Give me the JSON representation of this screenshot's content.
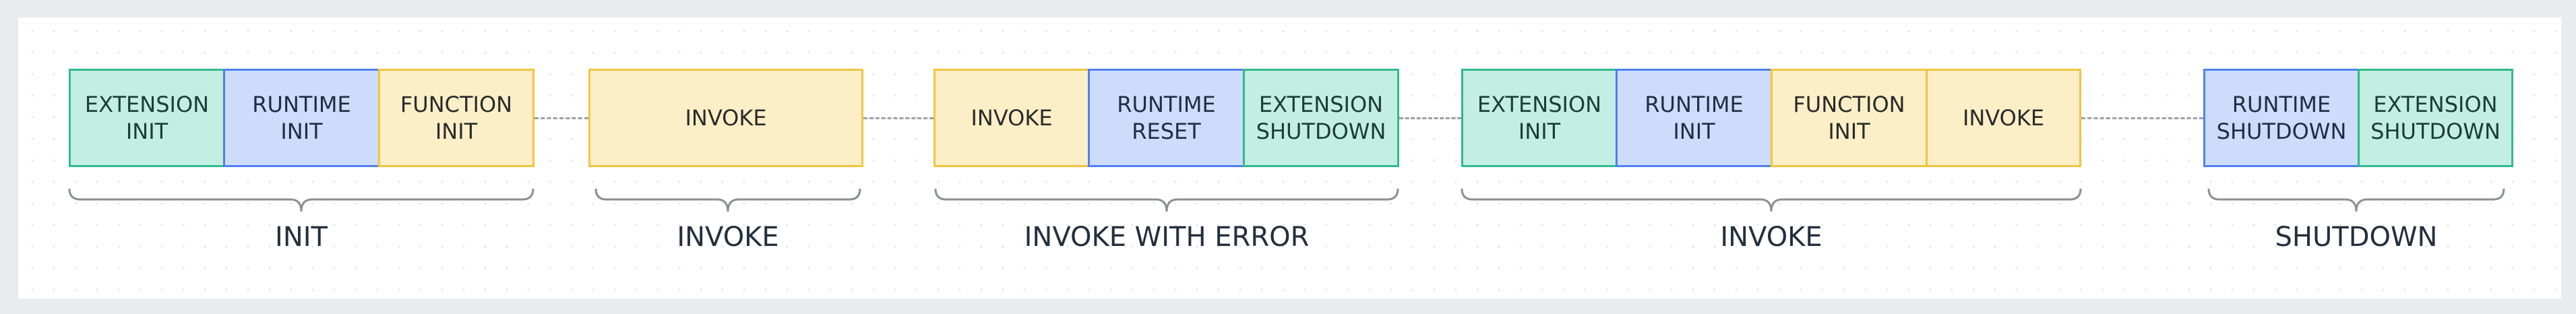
{
  "colors": {
    "background": "#e9ecef",
    "panel": "#ffffff",
    "extension_fill": "#c3eee2",
    "extension_border": "#31b98c",
    "runtime_fill": "#cddcfa",
    "runtime_border": "#4f7ff0",
    "function_fill": "#fcefc7",
    "function_border": "#f3c53c",
    "connector": "#9aa0a6",
    "brace": "#8a8f94",
    "label_text": "#232f3e"
  },
  "groups": [
    {
      "label": "INIT",
      "boxes": [
        {
          "text": "EXTENSION\nINIT",
          "kind": "extension"
        },
        {
          "text": "RUNTIME\nINIT",
          "kind": "runtime"
        },
        {
          "text": "FUNCTION\nINIT",
          "kind": "function"
        }
      ]
    },
    {
      "label": "INVOKE",
      "boxes": [
        {
          "text": "INVOKE",
          "kind": "function"
        }
      ]
    },
    {
      "label": "INVOKE WITH ERROR",
      "boxes": [
        {
          "text": "INVOKE",
          "kind": "function"
        },
        {
          "text": "RUNTIME\nRESET",
          "kind": "runtime"
        },
        {
          "text": "EXTENSION\nSHUTDOWN",
          "kind": "extension"
        }
      ]
    },
    {
      "label": "INVOKE",
      "boxes": [
        {
          "text": "EXTENSION\nINIT",
          "kind": "extension"
        },
        {
          "text": "RUNTIME\nINIT",
          "kind": "runtime"
        },
        {
          "text": "FUNCTION\nINIT",
          "kind": "function"
        },
        {
          "text": "INVOKE",
          "kind": "function"
        }
      ]
    },
    {
      "label": "SHUTDOWN",
      "boxes": [
        {
          "text": "RUNTIME\nSHUTDOWN",
          "kind": "runtime"
        },
        {
          "text": "EXTENSION\nSHUTDOWN",
          "kind": "extension"
        }
      ]
    }
  ]
}
